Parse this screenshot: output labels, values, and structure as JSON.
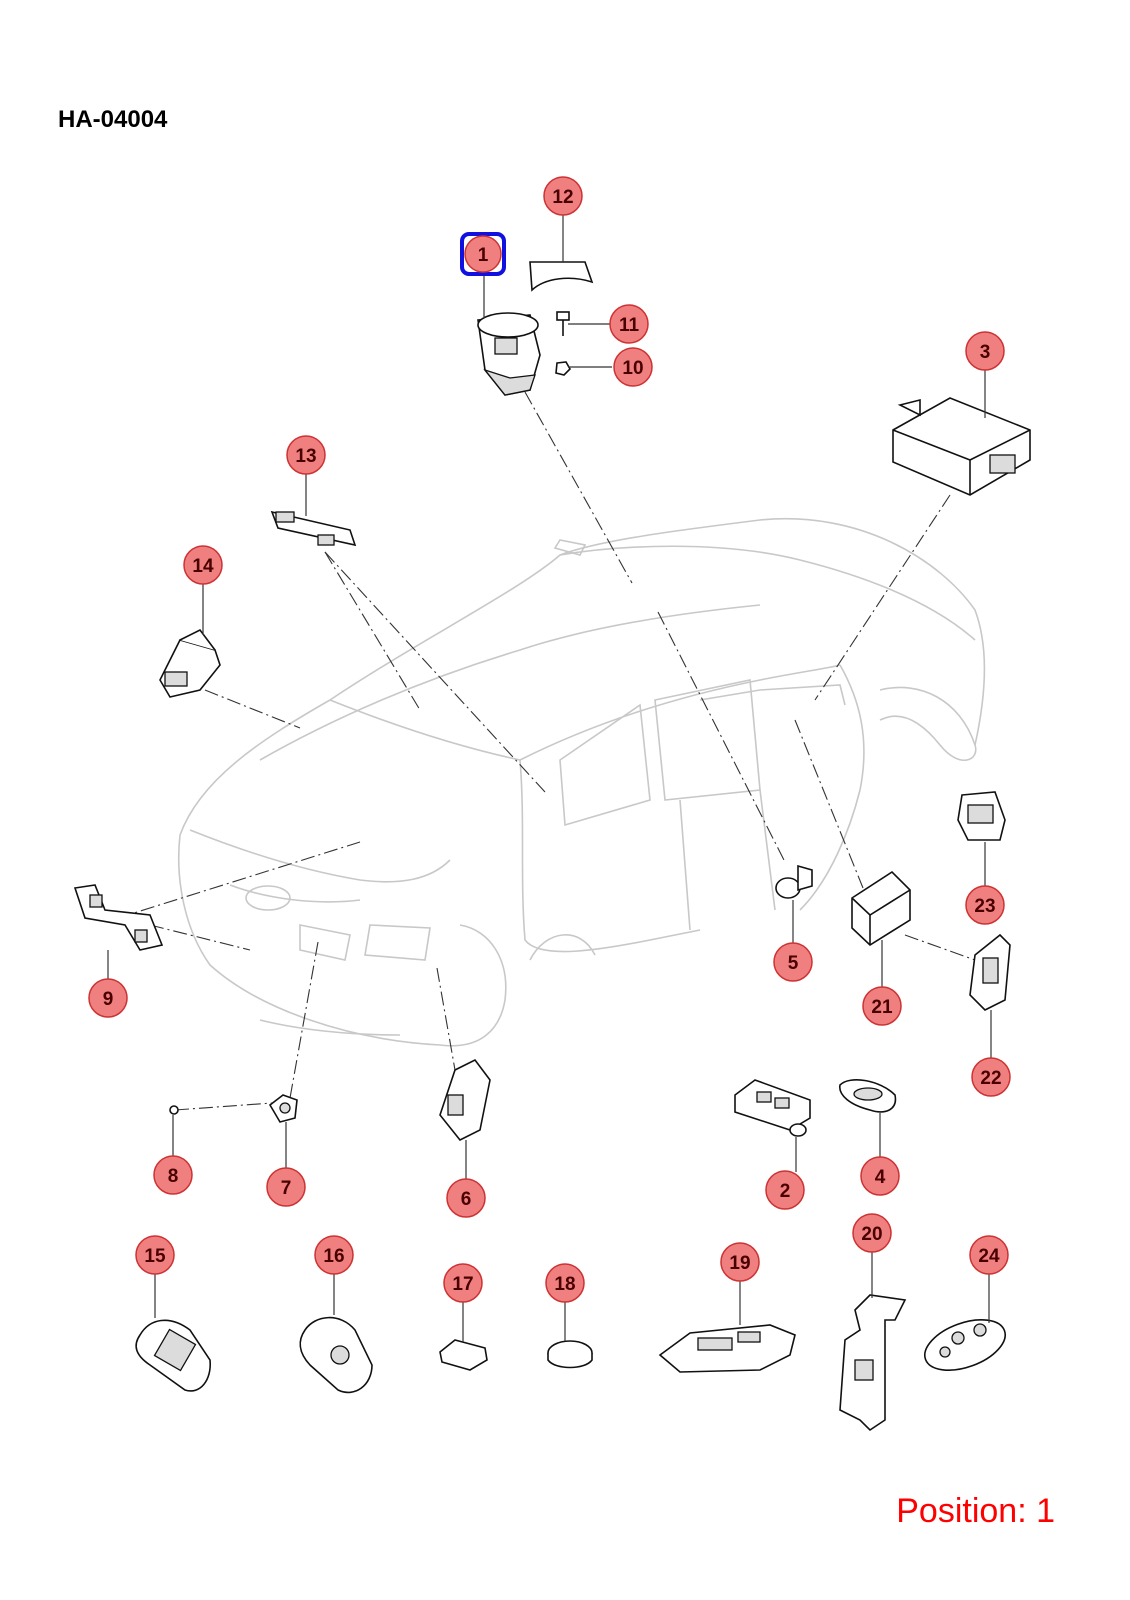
{
  "diagram_code": "HA-04004",
  "position_label": "Position: 1",
  "selected_callout": "1",
  "colors": {
    "callout_fill": "#f08080",
    "callout_text": "#4a0000",
    "selection_outline": "#1010e0",
    "position_text": "#ff0000"
  },
  "callouts": [
    "1",
    "2",
    "3",
    "4",
    "5",
    "6",
    "7",
    "8",
    "9",
    "10",
    "11",
    "12",
    "13",
    "14",
    "15",
    "16",
    "17",
    "18",
    "19",
    "20",
    "21",
    "22",
    "23",
    "24"
  ]
}
